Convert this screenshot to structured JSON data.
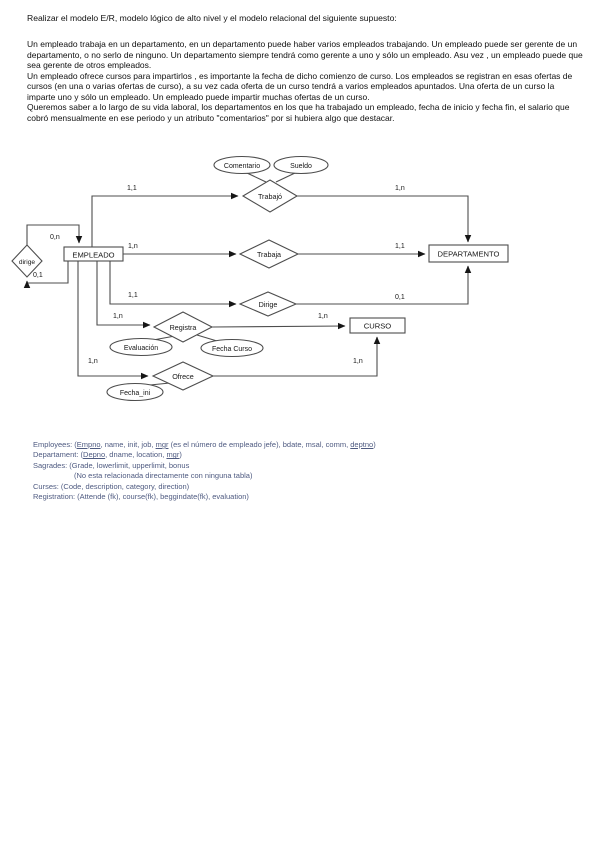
{
  "page": {
    "title_line": "Realizar el modelo E/R, modelo lógico de alto nivel y el modelo relacional del siguiente supuesto:",
    "paragraphs": [
      "Un empleado trabaja en un departamento, en un departamento puede haber varios empleados trabajando. Un empleado puede ser gerente de un departamento, o no serlo de ninguno. Un departamento siempre tendrá como gerente a uno y sólo un empleado. Asu vez , un empleado puede que sea gerente de otros empleados.",
      "Un empleado ofrece cursos para impartirlos , es importante la fecha de dicho comienzo de curso. Los empleados se registran en esas ofertas de cursos (en una o varias ofertas de curso), a su vez cada oferta de un curso tendrá a varios empleados apuntados. Una oferta de un curso la imparte uno y sólo un empleado. Un empleado puede impartir muchas ofertas de un curso.",
      "Queremos saber a lo largo de su vida laboral, los departamentos en los que ha trabajado un empleado, fecha de inicio y fecha fin, el salario que cobró mensualmente en ese periodo y un atributo \"comentarios\" por si hubiera algo que destacar."
    ]
  },
  "diagram": {
    "entities": {
      "empleado": "EMPLEADO",
      "departamento": "DEPARTAMENTO",
      "curso": "CURSO"
    },
    "relationships": {
      "trabajo": "Trabajó",
      "trabaja": "Trabaja",
      "dirige": "Dirige",
      "registra": "Registra",
      "ofrece": "Ofrece",
      "dirige_self": "dirige"
    },
    "attributes": {
      "comentario": "Comentario",
      "sueldo": "Sueldo",
      "evaluacion": "Evaluación",
      "fecha_curso": "Fecha Curso",
      "fecha_ini": "Fecha_ini"
    },
    "cardinalities": {
      "trabajo_left": "1,1",
      "trabajo_right": "1,n",
      "trabaja_left": "1,n",
      "trabaja_right": "1,1",
      "dirige_left": "1,1",
      "dirige_right": "0,1",
      "registra_left": "1,n",
      "registra_right": "1,n",
      "ofrece_left": "1,n",
      "ofrece_right": "1,n",
      "self_top": "0,n",
      "self_bottom": "0,1"
    }
  },
  "relational": {
    "l1": {
      "a": "Employees: (",
      "b": "Empno",
      "c": ", name, init, job, ",
      "d": "mgr",
      "e": " (es el número de empleado jefe), bdate, msal, comm, ",
      "f": "deptno",
      "g": ")"
    },
    "l2": {
      "a": "Departament: (",
      "b": "Depno",
      "c": ", dname, location, ",
      "d": "mgr",
      "e": ")"
    },
    "l3": "Sagrades: (Grade, lowerlimit, upperlimit, bonus",
    "l4": "(No esta relacionada directamente con ninguna tabla)",
    "l5": "Curses: (Code, description, category, direction)",
    "l6": "Registration: (Attende (fk), course(fk), beggindate(fk), evaluation)"
  }
}
